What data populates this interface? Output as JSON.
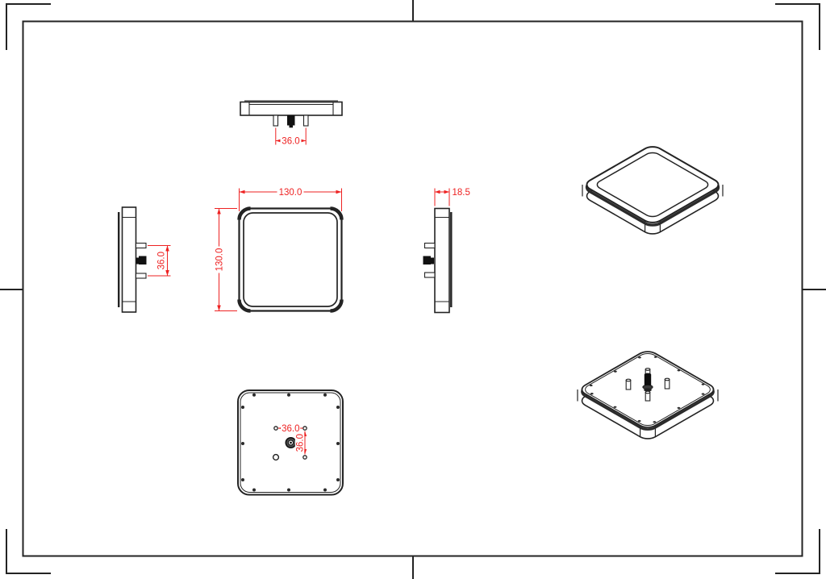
{
  "document": {
    "type": "technical-drawing",
    "subject": "flat panel RFID antenna - multiview orthographic drawing",
    "background": "#ffffff"
  },
  "colors": {
    "line_dark": "#232323",
    "dimension_red": "#ee2222",
    "paper": "#ffffff"
  },
  "views": {
    "top_view": {
      "pin_spacing": "36.0"
    },
    "front_view": {
      "width": "130.0",
      "height": "130.0"
    },
    "left_view": {
      "pin_spacing": "36.0"
    },
    "right_view": {
      "thickness": "18.5"
    },
    "back_view": {
      "hole_spacing_h": "36.0",
      "hole_spacing_v": "36.0"
    }
  }
}
